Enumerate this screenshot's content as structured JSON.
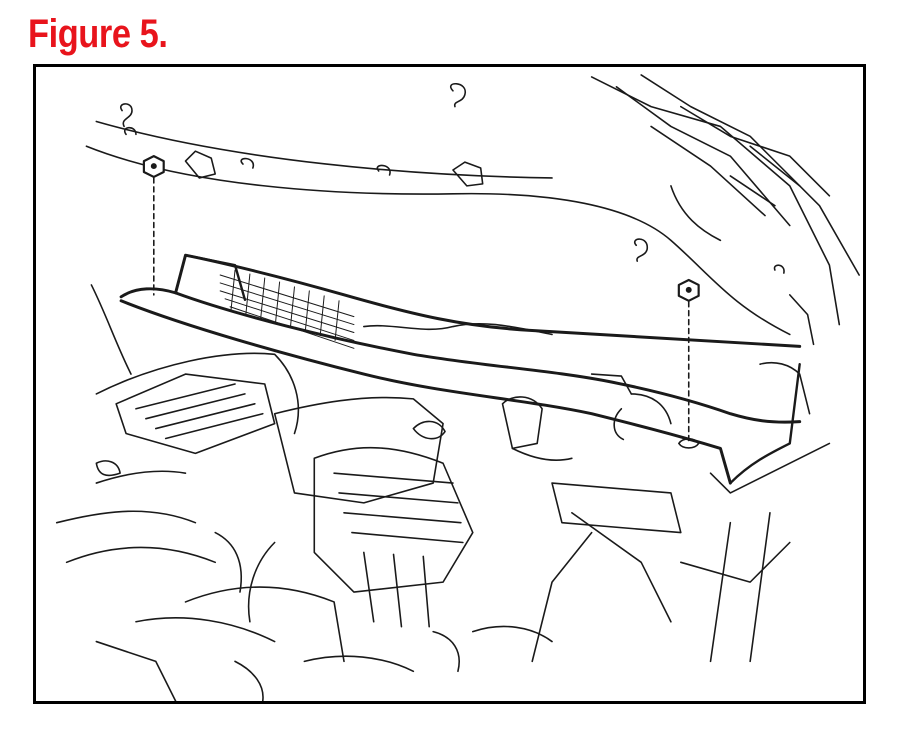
{
  "figure": {
    "title": "Figure 5.",
    "title_color": "#e8141c",
    "line_color": "#1a1a1a",
    "icons": [
      "hood-illustration",
      "cowl-panel-illustration",
      "engine-bay-illustration",
      "clip-nut-icon",
      "clip-nut-icon"
    ]
  }
}
